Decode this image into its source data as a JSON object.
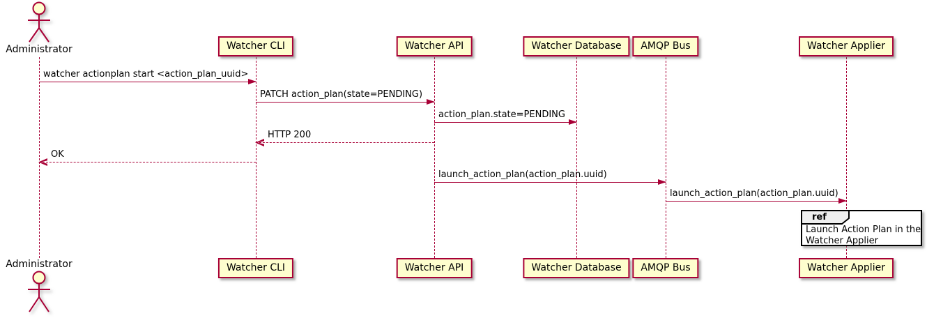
{
  "diagram": {
    "type": "sequence",
    "actor": {
      "label": "Administrator"
    },
    "participants": [
      {
        "label": "Watcher CLI"
      },
      {
        "label": "Watcher API"
      },
      {
        "label": "Watcher Database"
      },
      {
        "label": "AMQP Bus"
      },
      {
        "label": "Watcher Applier"
      }
    ],
    "messages": [
      {
        "text": "watcher actionplan start <action_plan_uuid>",
        "from": "Administrator",
        "to": "Watcher CLI",
        "line": "solid"
      },
      {
        "text": "PATCH action_plan(state=PENDING)",
        "from": "Watcher CLI",
        "to": "Watcher API",
        "line": "solid"
      },
      {
        "text": "action_plan.state=PENDING",
        "from": "Watcher API",
        "to": "Watcher Database",
        "line": "solid"
      },
      {
        "text": "HTTP 200",
        "from": "Watcher API",
        "to": "Watcher CLI",
        "line": "dashed"
      },
      {
        "text": "OK",
        "from": "Watcher CLI",
        "to": "Administrator",
        "line": "dashed"
      },
      {
        "text": "launch_action_plan(action_plan.uuid)",
        "from": "Watcher API",
        "to": "AMQP Bus",
        "line": "solid"
      },
      {
        "text": "launch_action_plan(action_plan.uuid)",
        "from": "AMQP Bus",
        "to": "Watcher Applier",
        "line": "solid"
      }
    ],
    "ref": {
      "keyword": "ref",
      "line1": "Launch Action Plan in the",
      "line2": "Watcher Applier"
    },
    "colors": {
      "participant_fill": "#FEFECE",
      "stroke": "#A80036",
      "text": "#000000",
      "ref_header_fill": "#EEEEEE",
      "ref_border": "#000000"
    }
  }
}
